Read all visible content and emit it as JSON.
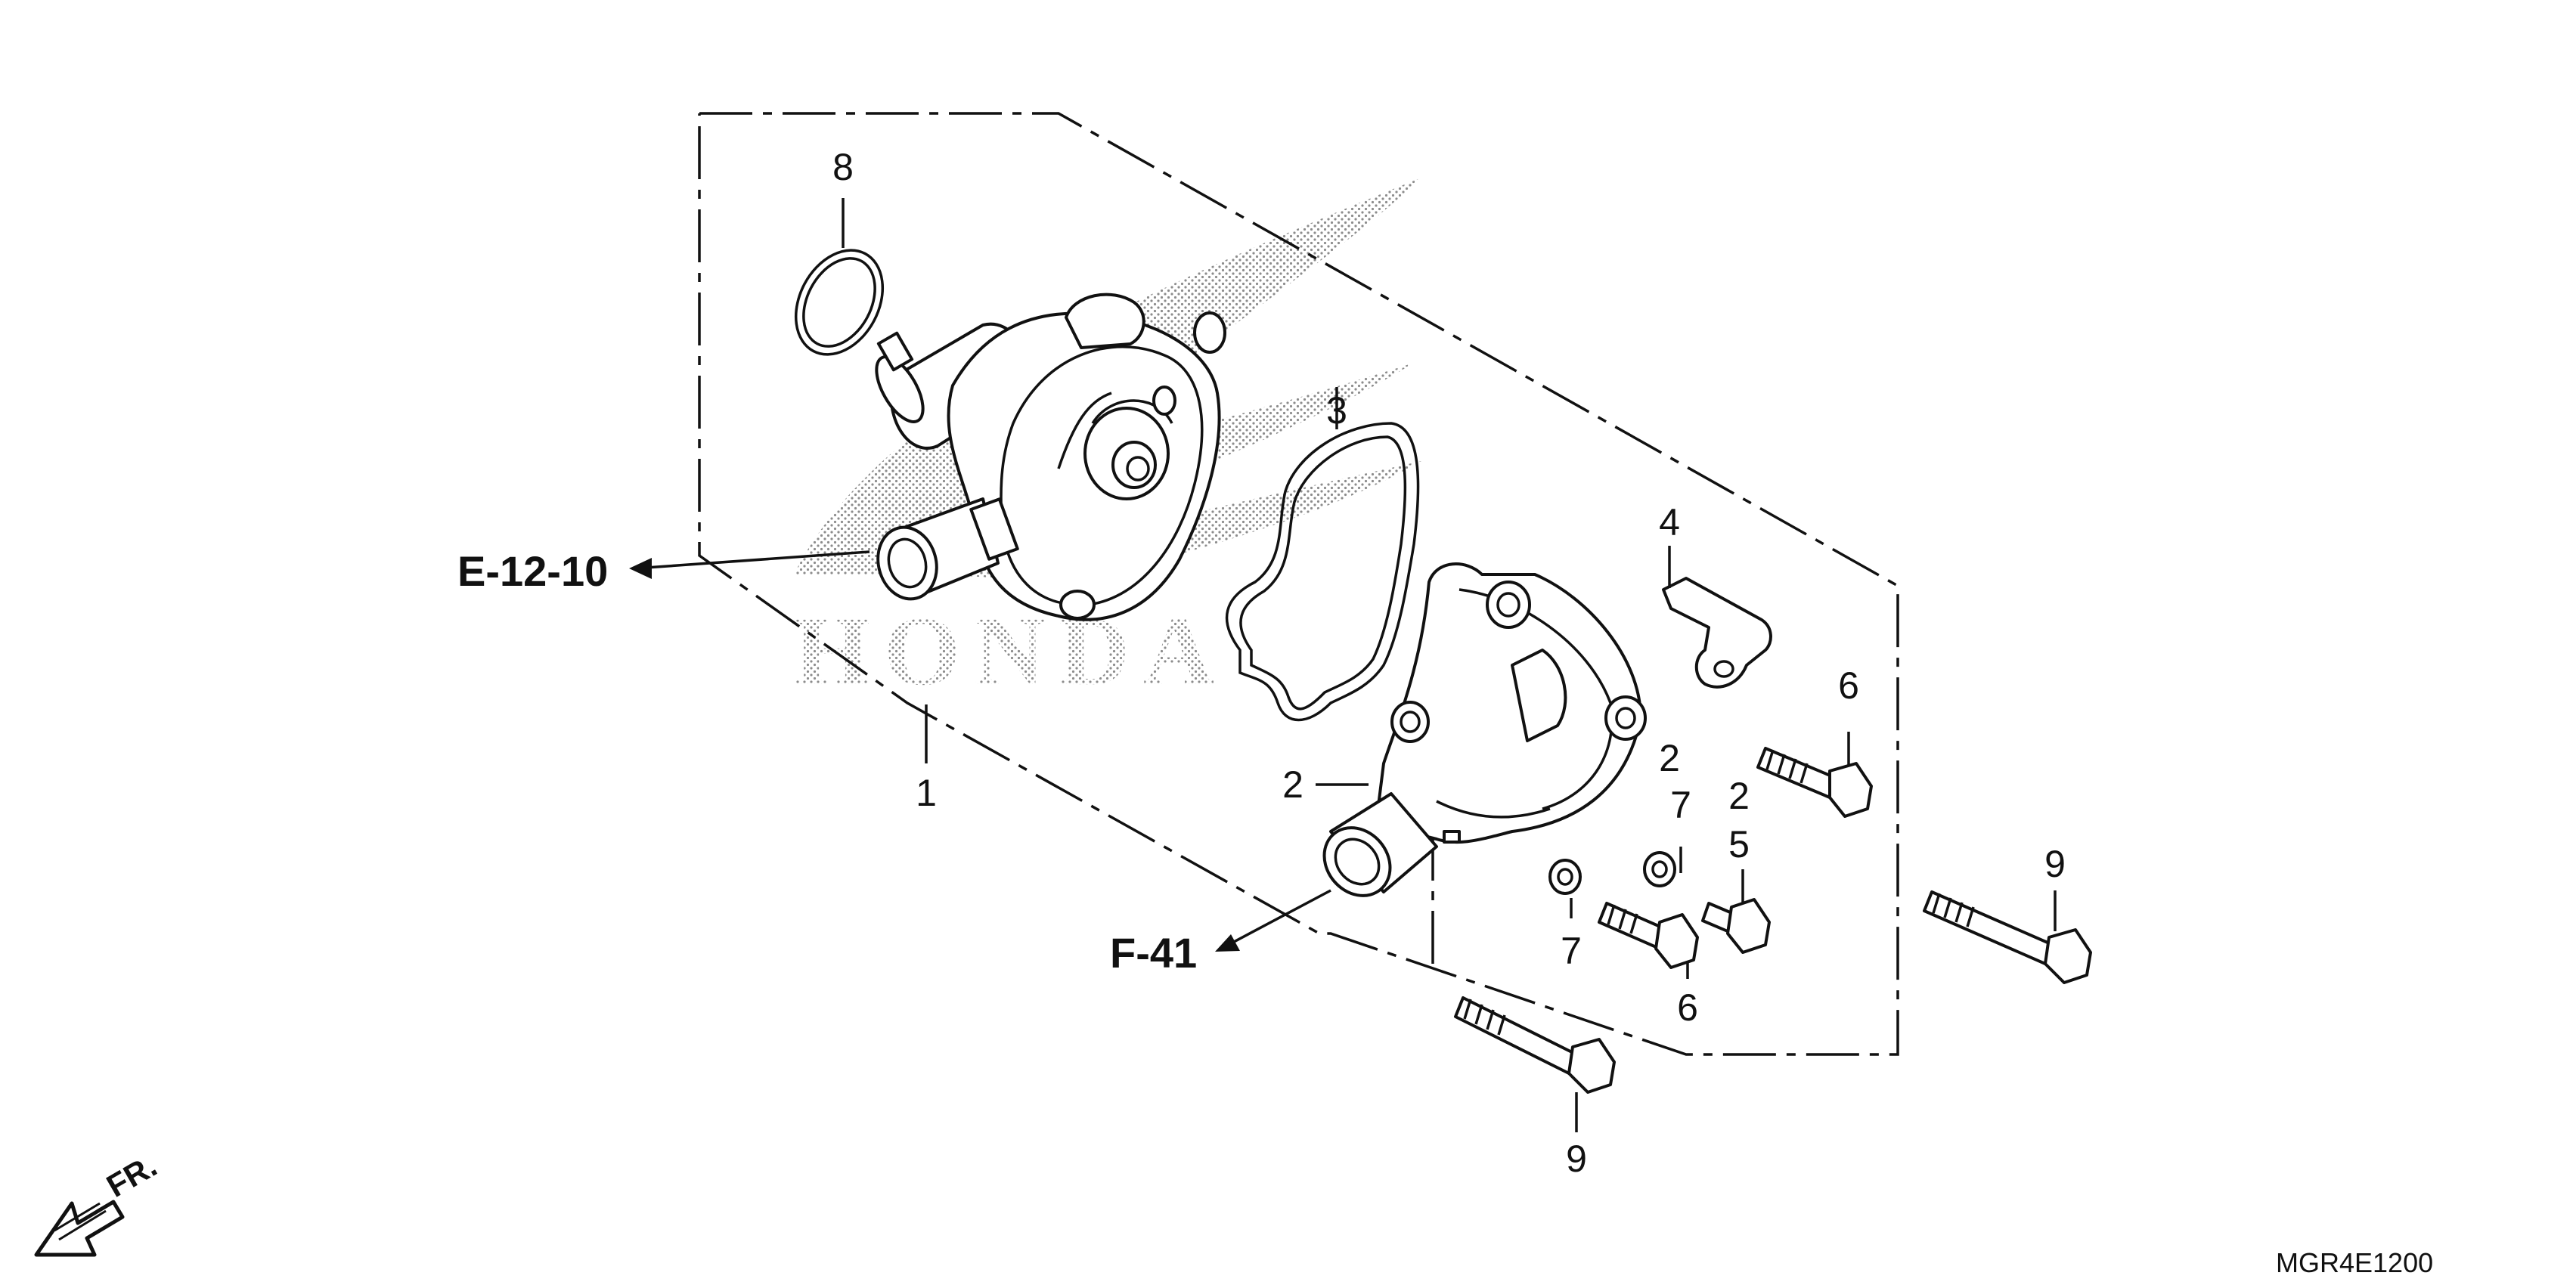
{
  "diagram": {
    "callouts": {
      "p1": "1",
      "p2a": "2",
      "p2b": "2",
      "p2c": "2",
      "p3": "3",
      "p4": "4",
      "p5": "5",
      "p6a": "6",
      "p6b": "6",
      "p7a": "7",
      "p7b": "7",
      "p8": "8",
      "p9a": "9",
      "p9b": "9"
    },
    "references": {
      "left": "E-12-10",
      "bottom": "F-41"
    },
    "direction_label": "FR.",
    "diagram_code": "MGR4E1200",
    "watermark": "HONDA"
  }
}
